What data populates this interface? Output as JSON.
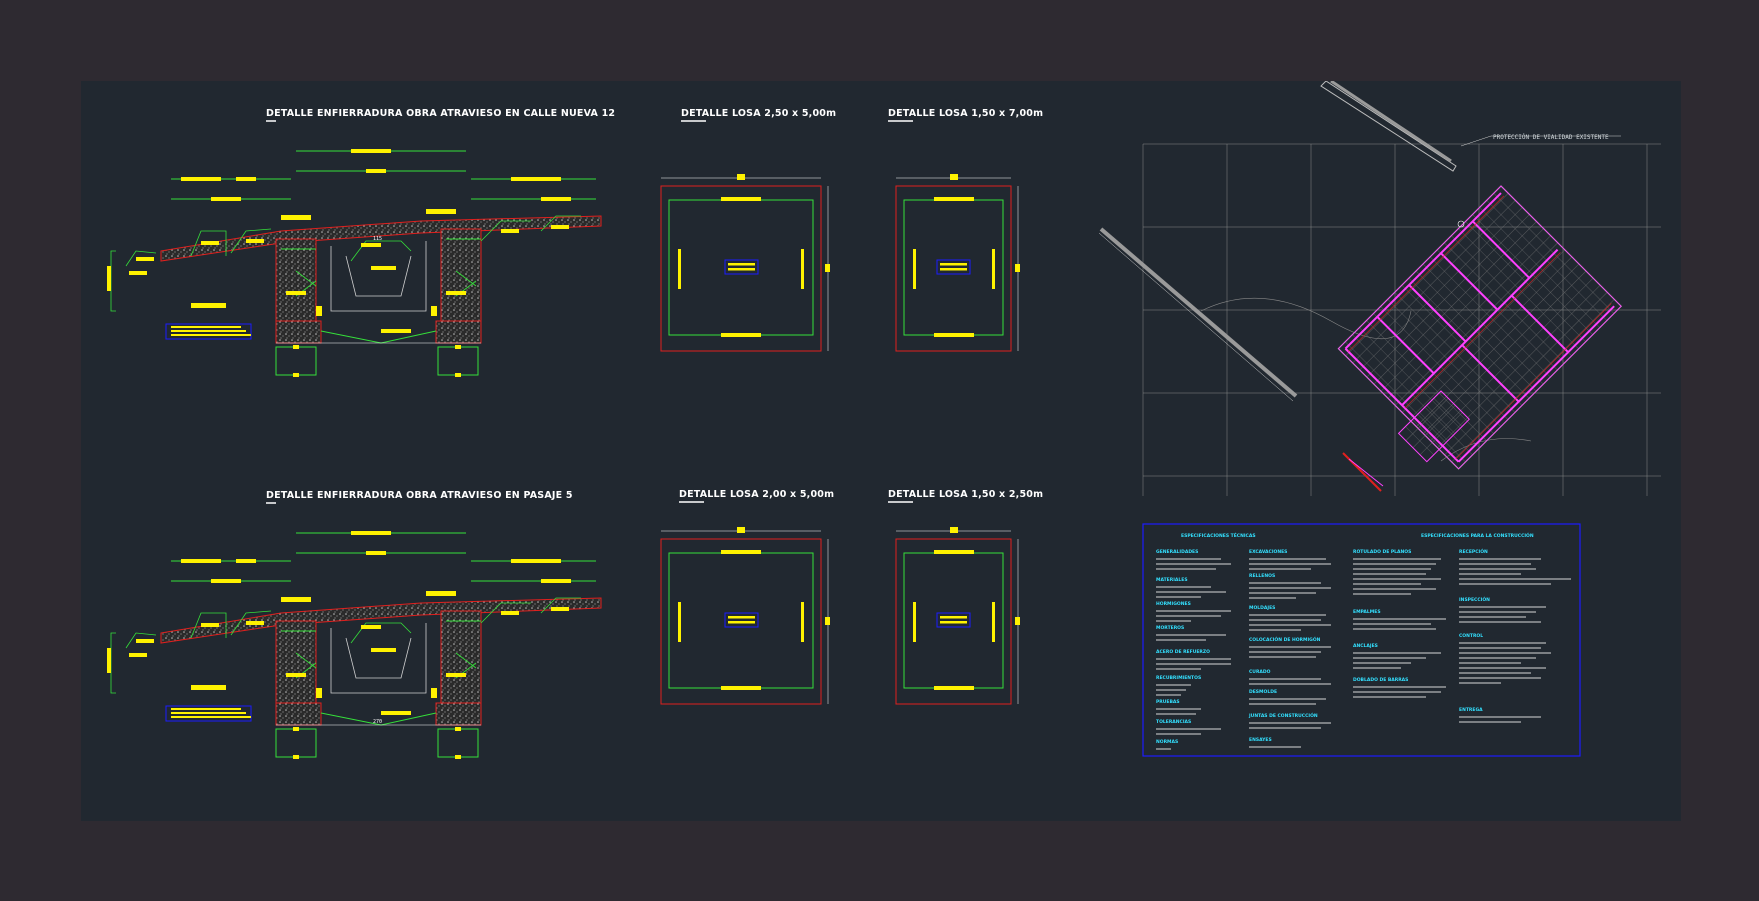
{
  "titles": {
    "section_a": "DETALLE ENFIERRADURA OBRA ATRAVIESO EN CALLE NUEVA 12",
    "section_b": "DETALLE ENFIERRADURA OBRA ATRAVIESO EN PASAJE 5",
    "slab_1": "DETALLE LOSA 2,50 x 5,00m",
    "slab_2": "DETALLE LOSA 1,50 x 7,00m",
    "slab_3": "DETALLE LOSA 2,00 x 5,00m",
    "slab_4": "DETALLE LOSA 1,50 x 2,50m"
  },
  "site_plan": {
    "label": "PROTECCIÓN DE VIALIDAD EXISTENTE"
  },
  "dim_labels": {
    "a": "115",
    "b": "270"
  },
  "notes": {
    "title_left": "ESPECIFICACIONES TÉCNICAS",
    "title_right": "ESPECIFICACIONES PARA LA CONSTRUCCIÓN",
    "col1": [
      "GENERALIDADES",
      "MATERIALES",
      "HORMIGONES",
      "MORTEROS",
      "ACERO DE REFUERZO",
      "RECUBRIMIENTOS",
      "PRUEBAS",
      "TOLERANCIAS",
      "NORMAS"
    ],
    "col2": [
      "EXCAVACIONES",
      "RELLENOS",
      "MOLDAJES",
      "COLOCACIÓN DE HORMIGÓN",
      "CURADO",
      "DESMOLDE",
      "JUNTAS DE CONSTRUCCIÓN",
      "ENSAYES"
    ],
    "col3": [
      "ROTULADO DE PLANOS",
      "EMPALMES",
      "ANCLAJES",
      "DOBLADO DE BARRAS"
    ],
    "col4": [
      "RECEPCIÓN",
      "INSPECCIÓN",
      "CONTROL",
      "ENTREGA"
    ]
  },
  "colors": {
    "rebar_green": "#35e03a",
    "label_yellow": "#fff200",
    "outline_red": "#e0201e",
    "frame_blue": "#1c1cff",
    "road_magenta": "#ff40ff",
    "notes_cyan": "#33e0ff",
    "background": "#212830",
    "outer": "#2e2a31"
  }
}
